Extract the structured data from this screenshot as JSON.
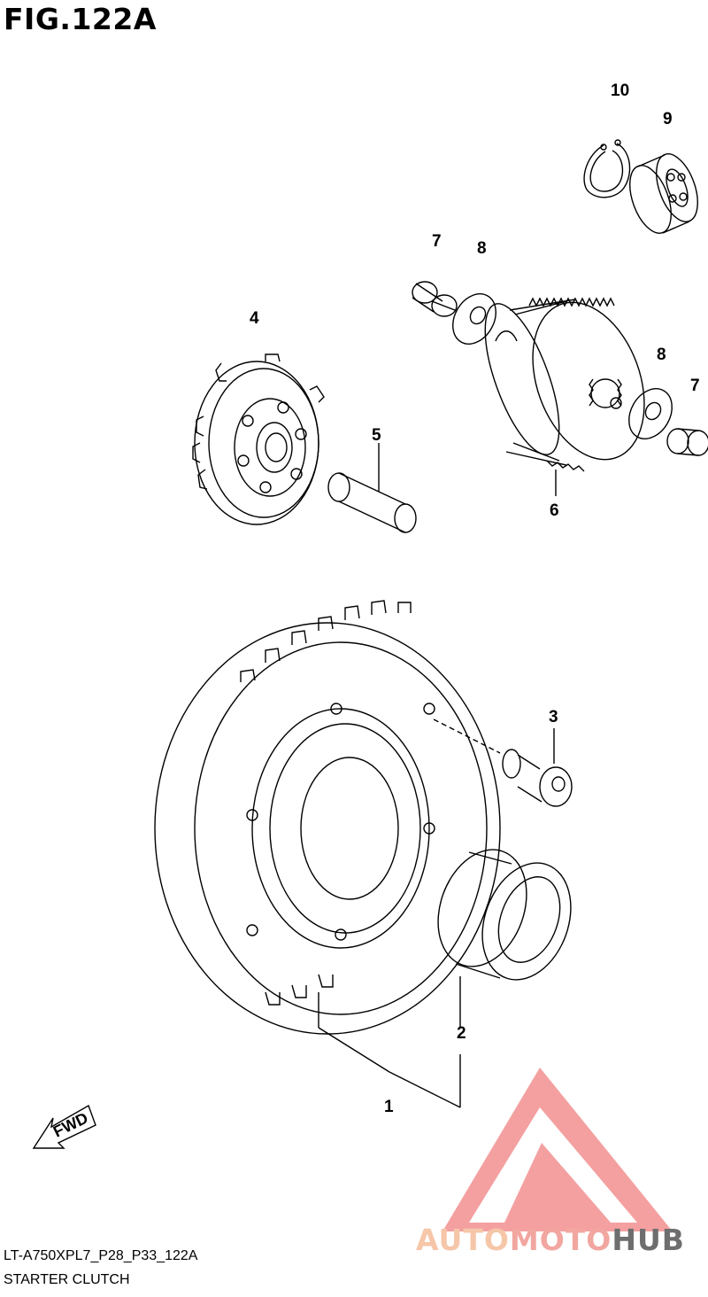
{
  "figure": {
    "title": "FIG.122A",
    "drawing_code": "LT-A750XPL7_P28_P33_122A",
    "drawing_name": "STARTER CLUTCH"
  },
  "callouts": {
    "c1": "1",
    "c2": "2",
    "c3": "3",
    "c4": "4",
    "c5": "5",
    "c6": "6",
    "c7a": "7",
    "c7b": "7",
    "c8a": "8",
    "c8b": "8",
    "c9": "9",
    "c10": "10"
  },
  "fwd_label": "FWD",
  "watermark": {
    "part1": "AUTO",
    "part2": "MOTO",
    "part3": "HUB",
    "colors": {
      "triangle": "#f08080",
      "auto": "#f6c6a8",
      "moto": "#f2a6a0",
      "hub": "#6e6e6e"
    }
  }
}
